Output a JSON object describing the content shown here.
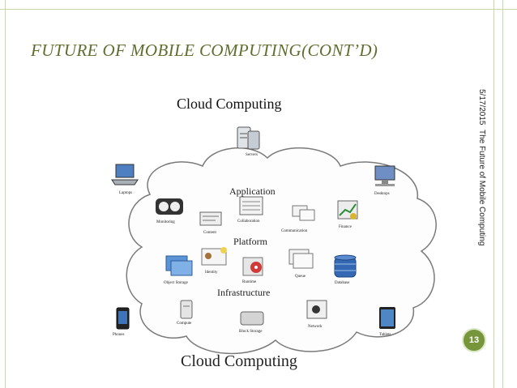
{
  "slide": {
    "title": "FUTURE OF MOBILE COMPUTING(CONT’D)",
    "subtitle": "Cloud Computing",
    "date": "5/17/2015",
    "side_title": "The Future of Mobile Computing",
    "page_number": "13"
  },
  "diagram": {
    "title": "Cloud Computing",
    "layers": {
      "application": "Application",
      "platform": "Platform",
      "infrastructure": "Infrastructure"
    },
    "outside": {
      "servers": "Servers",
      "laptops": "Laptops",
      "desktops": "Desktops",
      "phones": "Phones",
      "tablets": "Tablets"
    },
    "inside": {
      "monitoring": "Monitoring",
      "content": "Content",
      "collaboration": "Collaboration",
      "communication": "Communication",
      "finance": "Finance",
      "object_storage": "Object Storage",
      "identity": "Identity",
      "runtime": "Runtime",
      "queue": "Queue",
      "database": "Database",
      "compute": "Compute",
      "block_storage": "Block Storage",
      "network": "Network"
    }
  },
  "colors": {
    "title": "#5f6e2f",
    "accent": "#77963b",
    "frame": "#c7d9a6"
  }
}
